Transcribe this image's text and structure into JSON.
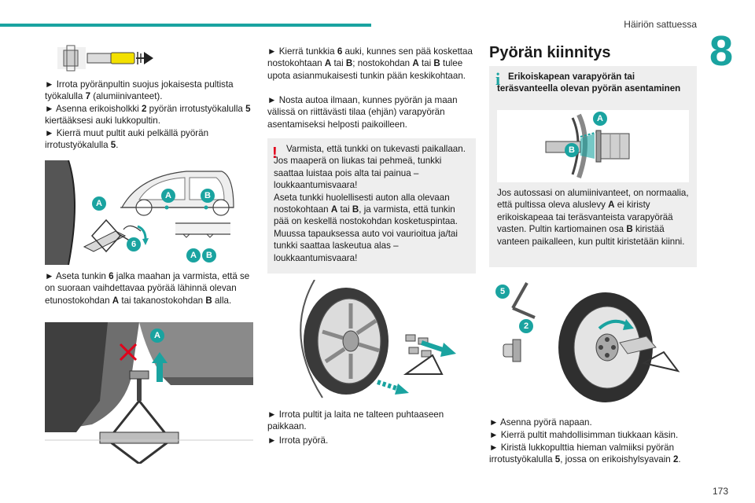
{
  "header": {
    "section": "Häiriön sattuessa",
    "chapter": "8",
    "page": "173"
  },
  "col1": {
    "p1": "► Irrota pyöränpultin suojus jokaisesta pultista työkalulla ",
    "p1_num": "7",
    "p1_end": " (alumiinivanteet).",
    "p2": "► Asenna erikoisholkki ",
    "p2_num": "2",
    "p2_mid": " pyörän irrotustyökalulla ",
    "p2_num2": "5",
    "p2_end": " kiertääksesi auki lukkopultin.",
    "p3": "► Kierrä muut pultit auki pelkällä pyörän irrotustyökalulla ",
    "p3_num": "5",
    "p3_end": ".",
    "p4": "► Aseta tunkin ",
    "p4_num": "6",
    "p4_mid": " jalka maahan ja varmista, että se on suoraan vaihdettavaa pyörää lähinnä olevan etunostokohdan ",
    "p4_a": "A",
    "p4_mid2": " tai takanostokohdan ",
    "p4_b": "B",
    "p4_end": " alla."
  },
  "col2": {
    "p1": "► Kierrä tunkkia ",
    "p1_num": "6",
    "p1_mid": " auki, kunnes sen pää koskettaa nostokohtaan ",
    "p1_a": "A",
    "p1_or": " tai ",
    "p1_b": "B",
    "p1_mid2": "; nostokohdan ",
    "p1_a2": "A",
    "p1_or2": " tai ",
    "p1_b2": "B",
    "p1_end": " tulee upota asianmukaisesti tunkin pään keskikohtaan.",
    "p2": "► Nosta autoa ilmaan, kunnes pyörän ja maan välissä on riittävästi tilaa (ehjän) varapyörän asentamiseksi helposti paikoilleen.",
    "warn1": "Varmista, että tunkki on tukevasti paikallaan. Jos maaperä on liukas tai pehmeä, tunkki saattaa luistaa pois alta tai painua – loukkaantumisvaara!",
    "warn2a": "Aseta tunkki huolellisesti auton alla olevaan nostokohtaan ",
    "warn2_a": "A",
    "warn2_or": " tai ",
    "warn2_b": "B",
    "warn2b": ", ja varmista, että tunkin pää on keskellä nostokohdan kosketuspintaa. Muussa tapauksessa auto voi vaurioitua ja/tai tunkki saattaa laskeutua alas – loukkaantumisvaara!",
    "p3": "► Irrota pultit ja laita ne talteen puhtaaseen paikkaan.",
    "p4": "► Irrota pyörä."
  },
  "col3": {
    "title": "Pyörän kiinnitys",
    "info_title": "Erikoiskapean varapyörän tai teräsvanteella olevan pyörän asentaminen",
    "info_p_a": "Jos autossasi on alumiinivanteet, on normaalia, että pultissa oleva aluslevy ",
    "info_a": "A",
    "info_p_b": " ei kiristy erikoiskapeaa tai teräsvanteista varapyörää vasten. Pultin kartiomainen osa ",
    "info_b": "B",
    "info_p_c": " kiristää vanteen paikalleen, kun pultit kiristetään kiinni.",
    "p1": "► Asenna pyörä napaan.",
    "p2": "► Kierrä pultit mahdollisimman tiukkaan käsin.",
    "p3a": "► Kiristä lukkopulttia hieman valmiiksi pyörän irrotustyökalulla ",
    "p3_num": "5",
    "p3_mid": ", jossa on erikoishylsyavain ",
    "p3_num2": "2",
    "p3_end": "."
  },
  "callouts": {
    "a": "A",
    "b": "B",
    "n2": "2",
    "n5": "5",
    "n6": "6"
  },
  "colors": {
    "accent": "#1aa3a0",
    "warning": "#e2001a",
    "box_bg": "#eeeeee"
  }
}
